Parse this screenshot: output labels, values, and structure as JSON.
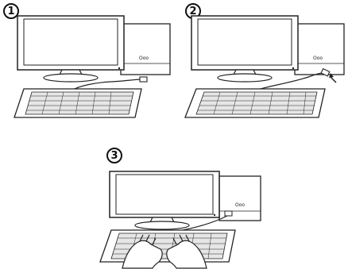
{
  "steps": [
    {
      "number": "1"
    },
    {
      "number": "2"
    },
    {
      "number": "3"
    }
  ],
  "tower_label": "Ooo",
  "colors": {
    "stroke": "#222222",
    "fill": "#ffffff",
    "key_shade": "#e6e6e6"
  },
  "icons": [
    "monitor-icon",
    "computer-tower-icon",
    "keyboard-icon",
    "usb-cable-icon",
    "hands-icon"
  ]
}
